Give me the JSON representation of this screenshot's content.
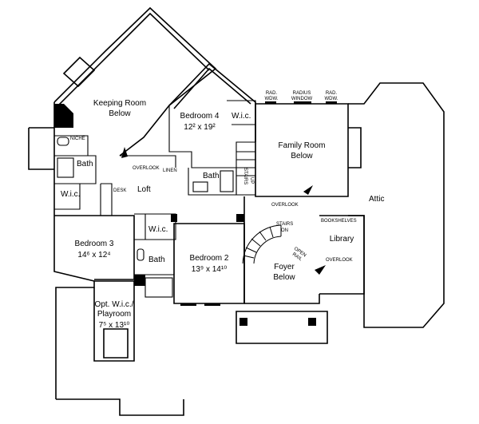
{
  "rooms": {
    "keeping_room": {
      "line1": "Keeping Room",
      "line2": "Below"
    },
    "bedroom4": {
      "name": "Bedroom 4",
      "dim": "12² x 19²"
    },
    "family_room": {
      "line1": "Family Room",
      "line2": "Below"
    },
    "attic": "Attic",
    "loft": "Loft",
    "bedroom3": {
      "name": "Bedroom 3",
      "dim": "14⁶ x 12⁴"
    },
    "bedroom2": {
      "name": "Bedroom 2",
      "dim": "13⁹ x 14¹⁰"
    },
    "foyer": {
      "line1": "Foyer",
      "line2": "Below"
    },
    "library": "Library",
    "playroom": {
      "line1": "Opt. W.i.c./",
      "line2": "Playroom",
      "dim": "7⁵ x 13¹⁰"
    }
  },
  "small_labels": {
    "niche": "NICHE",
    "bath_left": "Bath",
    "wic_left": "W.i.c.",
    "desk": "DESK",
    "overlook_loft": "OVERLOOK",
    "linen": "LINEN",
    "bath_center": "Bath",
    "wic_bed4": "W.i.c.",
    "stairs_up": "STAIRS",
    "stairs_up_dir": "UP",
    "rad_wdw_left_1": "RAD.",
    "rad_wdw_left_2": "WDW.",
    "radius_window_1": "RADIUS",
    "radius_window_2": "WINDOW",
    "rad_wdw_right_1": "RAD.",
    "rad_wdw_right_2": "WDW.",
    "overlook_family": "OVERLOOK",
    "bookshelves": "BOOKSHELVES",
    "stairs_on": "STAIRS",
    "stairs_on_dir": "ON",
    "open_rail_1": "OPEN",
    "open_rail_2": "RAIL",
    "overlook_foyer": "OVERLOOK",
    "wic_bed2": "W.i.c.",
    "bath_bed2": "Bath"
  }
}
